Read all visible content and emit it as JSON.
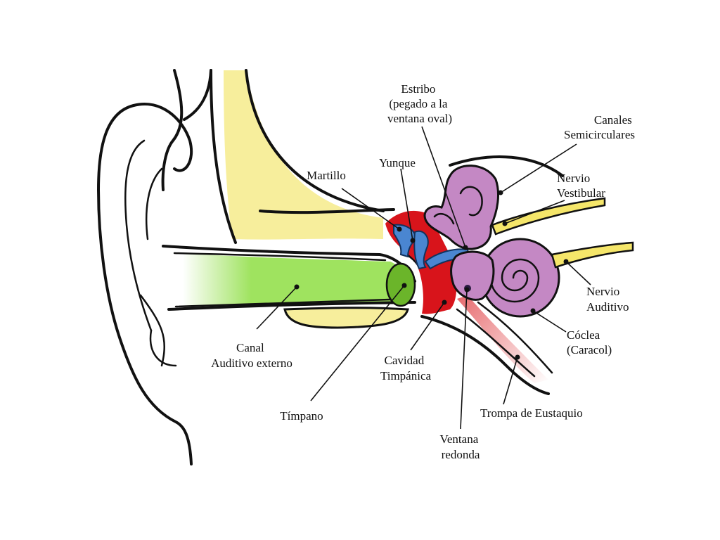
{
  "colors": {
    "bone_yellow": "#f7ee9c",
    "canal_green": "#9fe35f",
    "eardrum_green": "#6bb52a",
    "tympanic_red": "#d8141b",
    "ossicles_blue": "#4a86d1",
    "inner_ear_purple": "#c488c4",
    "nerve_yellow": "#f5e66a",
    "eustachian_pink": "#e76b6e"
  },
  "labels": {
    "estribo": [
      "Estribo",
      "(pegado a la",
      "ventana oval)"
    ],
    "canales": [
      "Canales",
      "Semicirculares"
    ],
    "yunque": [
      "Yunque"
    ],
    "martillo": [
      "Martillo"
    ],
    "nervio_vestibular": [
      "Nervio",
      "Vestibular"
    ],
    "nervio_auditivo": [
      "Nervio",
      "Auditivo"
    ],
    "coclea": [
      "Cóclea",
      "(Caracol)"
    ],
    "canal": [
      "Canal",
      "Auditivo externo"
    ],
    "cavidad": [
      "Cavidad",
      "Timpánica"
    ],
    "timpano": [
      "Tímpano"
    ],
    "trompa": [
      "Trompa de Eustaquio"
    ],
    "ventana": [
      "Ventana",
      "redonda"
    ]
  }
}
